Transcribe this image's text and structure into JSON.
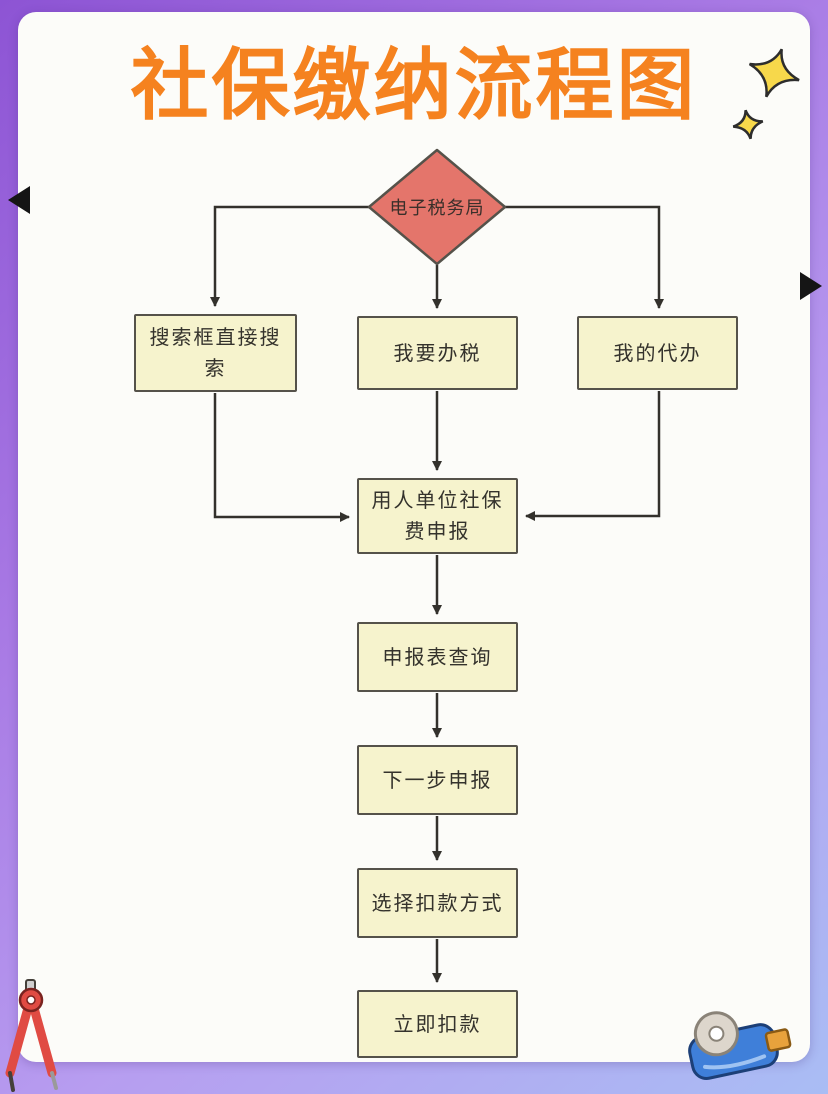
{
  "title": "社保缴纳流程图",
  "flow": {
    "root": {
      "label": "电子税务局"
    },
    "branches": [
      {
        "label": "搜索框直接搜索"
      },
      {
        "label": "我要办税"
      },
      {
        "label": "我的代办"
      }
    ],
    "merge": {
      "label": "用人单位社保费申报"
    },
    "steps": [
      {
        "label": "申报表查询"
      },
      {
        "label": "下一步申报"
      },
      {
        "label": "选择扣款方式"
      },
      {
        "label": "立即扣款"
      }
    ]
  },
  "icons": {
    "top_right": [
      "star-icon-large",
      "star-icon-small"
    ],
    "bottom_left": "compass-icon",
    "bottom_right": "tape-dispenser-icon",
    "edges": [
      "triangle-left-icon",
      "triangle-right-icon"
    ]
  },
  "colors": {
    "title": "#f5821f",
    "node_fill": "#f6f3cd",
    "node_border": "#55524a",
    "diamond_fill": "#e4756b",
    "connector": "#33312c",
    "card": "#fcfcf9",
    "star": "#f7d84b",
    "background_gradient": [
      "#8d54d4",
      "#a879e4",
      "#a9bdf4"
    ]
  }
}
